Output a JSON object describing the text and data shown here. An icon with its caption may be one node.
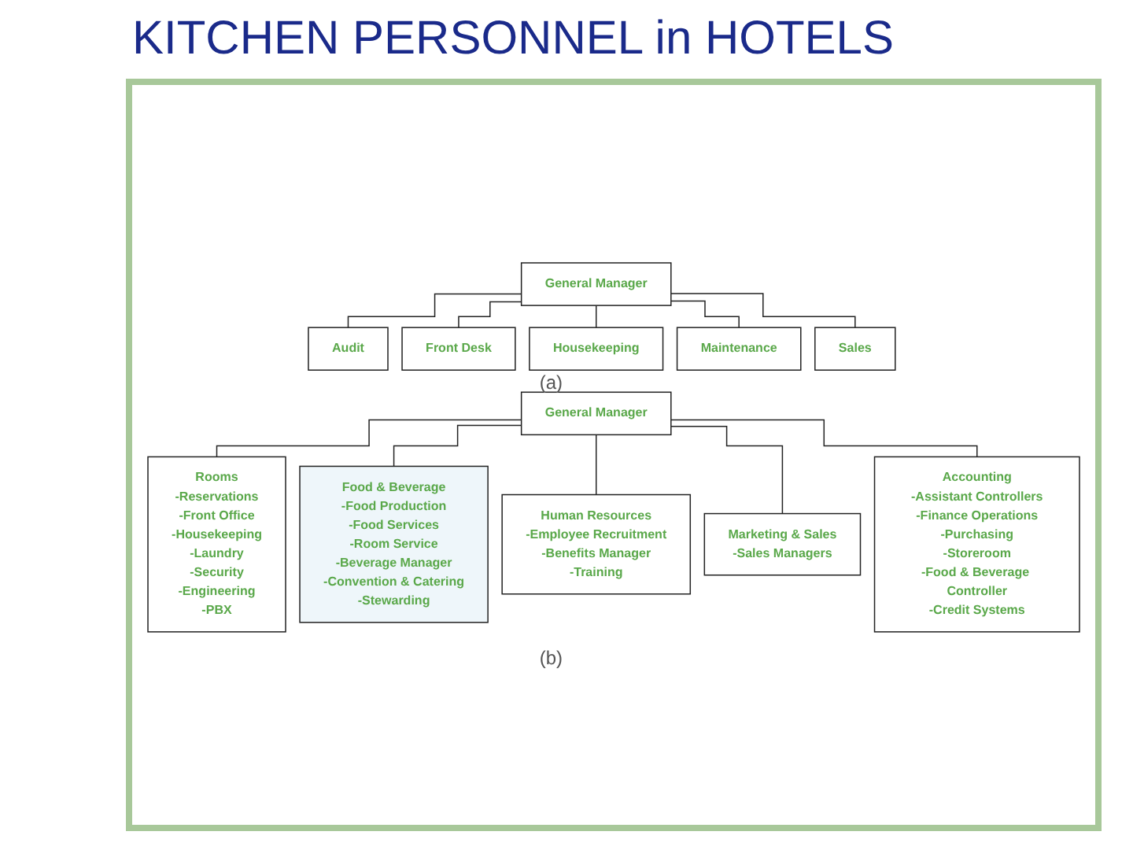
{
  "diagram": {
    "title": "KITCHEN PERSONNEL in HOTELS",
    "nodes": [
      {
        "text": [
          "General Manager"
        ]
      },
      {
        "text": [
          "Audit"
        ]
      },
      {
        "text": [
          "Front Desk"
        ]
      },
      {
        "text": [
          "Housekeeping"
        ]
      },
      {
        "text": [
          "Maintenance"
        ]
      },
      {
        "text": [
          "Sales"
        ]
      },
      {
        "text": [
          "General Manager"
        ]
      },
      {
        "text": [
          "Rooms",
          "-Reservations",
          "-Front Office",
          "-Housekeeping",
          "-Laundry",
          "-Security",
          "-Engineering",
          "-PBX"
        ]
      },
      {
        "text": [
          "Food & Beverage",
          "-Food Production",
          "-Food Services",
          "-Room Service",
          "-Beverage Manager",
          "-Convention & Catering",
          "-Stewarding"
        ]
      },
      {
        "text": [
          "Human Resources",
          "-Employee Recruitment",
          "-Benefits Manager",
          "-Training"
        ]
      },
      {
        "text": [
          "Marketing & Sales",
          "-Sales Managers"
        ]
      },
      {
        "text": [
          "Accounting",
          "-Assistant Controllers",
          "-Finance Operations",
          "-Purchasing",
          "-Storeroom",
          "-Food & Beverage Controller",
          "-Credit Systems"
        ]
      }
    ],
    "edges": [
      {
        "from": 0,
        "to": 1,
        "arrow": "none"
      },
      {
        "from": 0,
        "to": 2,
        "arrow": "none"
      },
      {
        "from": 0,
        "to": 3,
        "arrow": "none"
      },
      {
        "from": 0,
        "to": 4,
        "arrow": "none"
      },
      {
        "from": 0,
        "to": 5,
        "arrow": "none"
      },
      {
        "from": 6,
        "to": 7,
        "arrow": "none"
      },
      {
        "from": 6,
        "to": 8,
        "arrow": "none"
      },
      {
        "from": 6,
        "to": 9,
        "arrow": "none"
      },
      {
        "from": 6,
        "to": 10,
        "arrow": "none"
      },
      {
        "from": 6,
        "to": 11,
        "arrow": "none"
      }
    ],
    "labels": [
      "(a)",
      "(b)"
    ]
  }
}
